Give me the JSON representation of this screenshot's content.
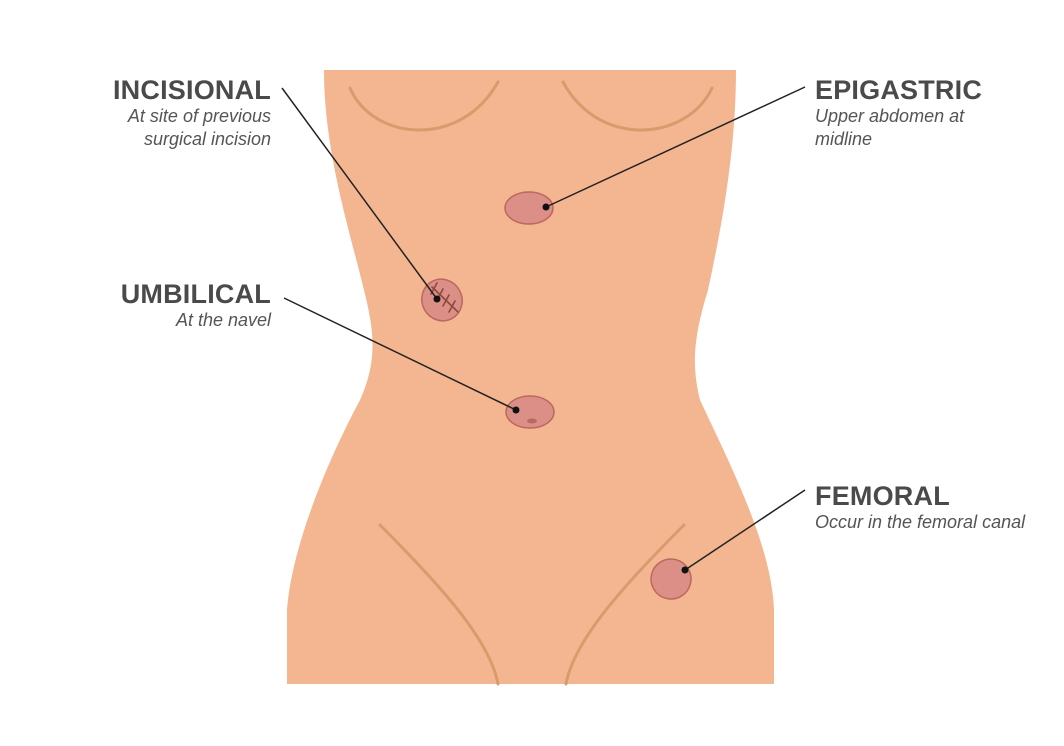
{
  "colors": {
    "skin": "#f4b690",
    "skin_line": "#d99a6c",
    "hernia_fill": "#dc8f86",
    "hernia_stroke": "#b9695f",
    "text": "#4a4a4a",
    "leader": "#222222"
  },
  "labels": [
    {
      "id": "incisional",
      "title": "INCISIONAL",
      "desc": [
        "At site of previous",
        "surgical incision"
      ]
    },
    {
      "id": "epigastric",
      "title": "EPIGASTRIC",
      "desc": [
        "Upper abdomen at",
        "midline"
      ]
    },
    {
      "id": "umbilical",
      "title": "UMBILICAL",
      "desc": [
        "At the navel"
      ]
    },
    {
      "id": "femoral",
      "title": "FEMORAL",
      "desc": [
        "Occur in the femoral canal"
      ]
    }
  ]
}
